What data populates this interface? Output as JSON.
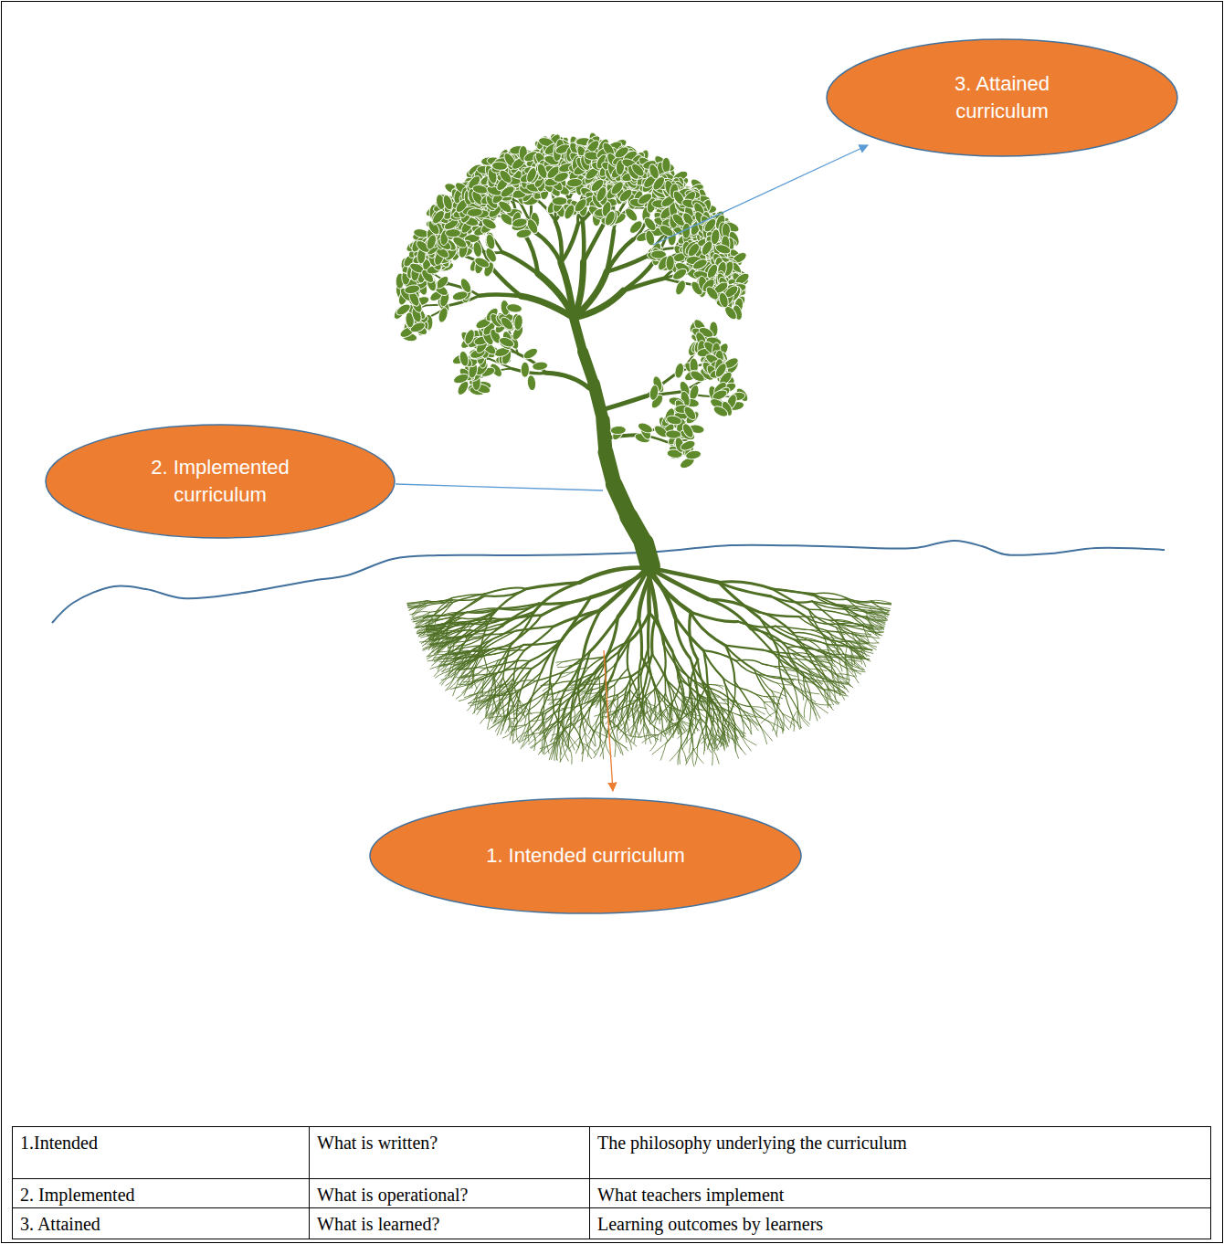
{
  "diagram": {
    "nodes": [
      {
        "text": [
          "3. Attained curriculum"
        ]
      },
      {
        "text": [
          "2. Implemented curriculum"
        ]
      },
      {
        "text": [
          "1. Intended curriculum"
        ]
      }
    ],
    "labels": [
      "1.Intended",
      "What is written?",
      "The philosophy underlying the curriculum",
      "2. Implemented",
      "What is operational?",
      "What teachers implement",
      "3. Attained",
      "What is learned?",
      "Learning outcomes by learners"
    ]
  }
}
